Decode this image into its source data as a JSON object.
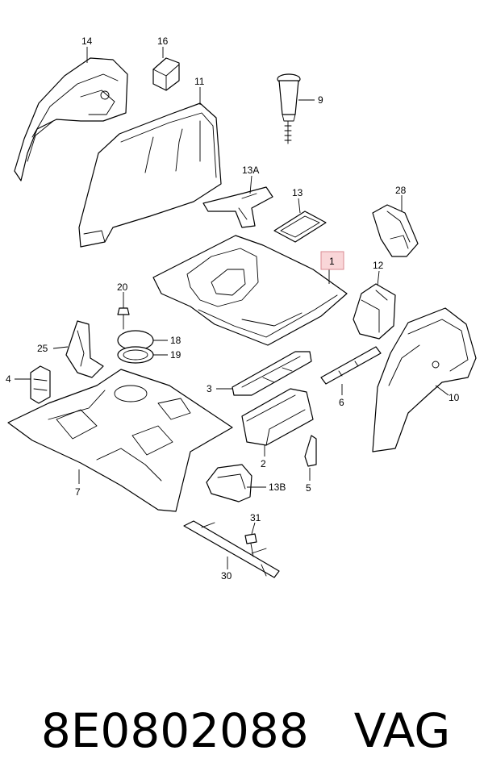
{
  "diagram": {
    "callouts": [
      {
        "id": "c14",
        "label": "14"
      },
      {
        "id": "c16",
        "label": "16"
      },
      {
        "id": "c11",
        "label": "11"
      },
      {
        "id": "c9",
        "label": "9"
      },
      {
        "id": "c13a",
        "label": "13A"
      },
      {
        "id": "c13",
        "label": "13"
      },
      {
        "id": "c28",
        "label": "28"
      },
      {
        "id": "c1",
        "label": "1"
      },
      {
        "id": "c12",
        "label": "12"
      },
      {
        "id": "c20",
        "label": "20"
      },
      {
        "id": "c25",
        "label": "25"
      },
      {
        "id": "c18",
        "label": "18"
      },
      {
        "id": "c19",
        "label": "19"
      },
      {
        "id": "c4",
        "label": "4"
      },
      {
        "id": "c3",
        "label": "3"
      },
      {
        "id": "c6",
        "label": "6"
      },
      {
        "id": "c10",
        "label": "10"
      },
      {
        "id": "c7",
        "label": "7"
      },
      {
        "id": "c2",
        "label": "2"
      },
      {
        "id": "c5",
        "label": "5"
      },
      {
        "id": "c13b",
        "label": "13B"
      },
      {
        "id": "c31",
        "label": "31"
      },
      {
        "id": "c30",
        "label": "30"
      }
    ],
    "highlight_color": "#f9d6d8"
  },
  "footer": {
    "part_number": "8E0802088",
    "vendor": "VAG"
  }
}
